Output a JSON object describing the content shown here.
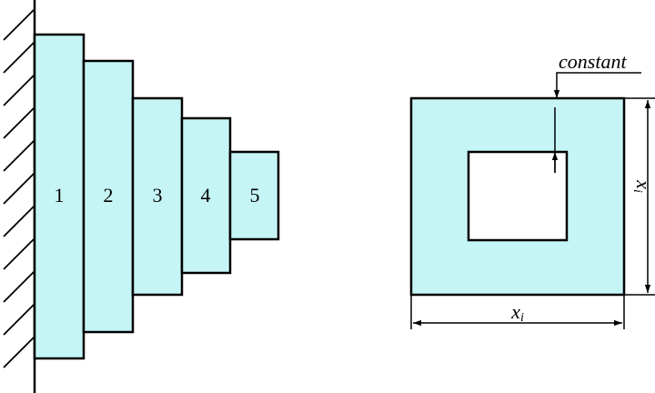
{
  "colors": {
    "fill": "#c6f5f5",
    "stroke": "#000000",
    "background": "#ffffff"
  },
  "beam": {
    "segments": [
      {
        "label": "1"
      },
      {
        "label": "2"
      },
      {
        "label": "3"
      },
      {
        "label": "4"
      },
      {
        "label": "5"
      }
    ]
  },
  "cross_section": {
    "annotation": "constant",
    "dimension_symbol": "x",
    "dimension_subscript": "i"
  }
}
